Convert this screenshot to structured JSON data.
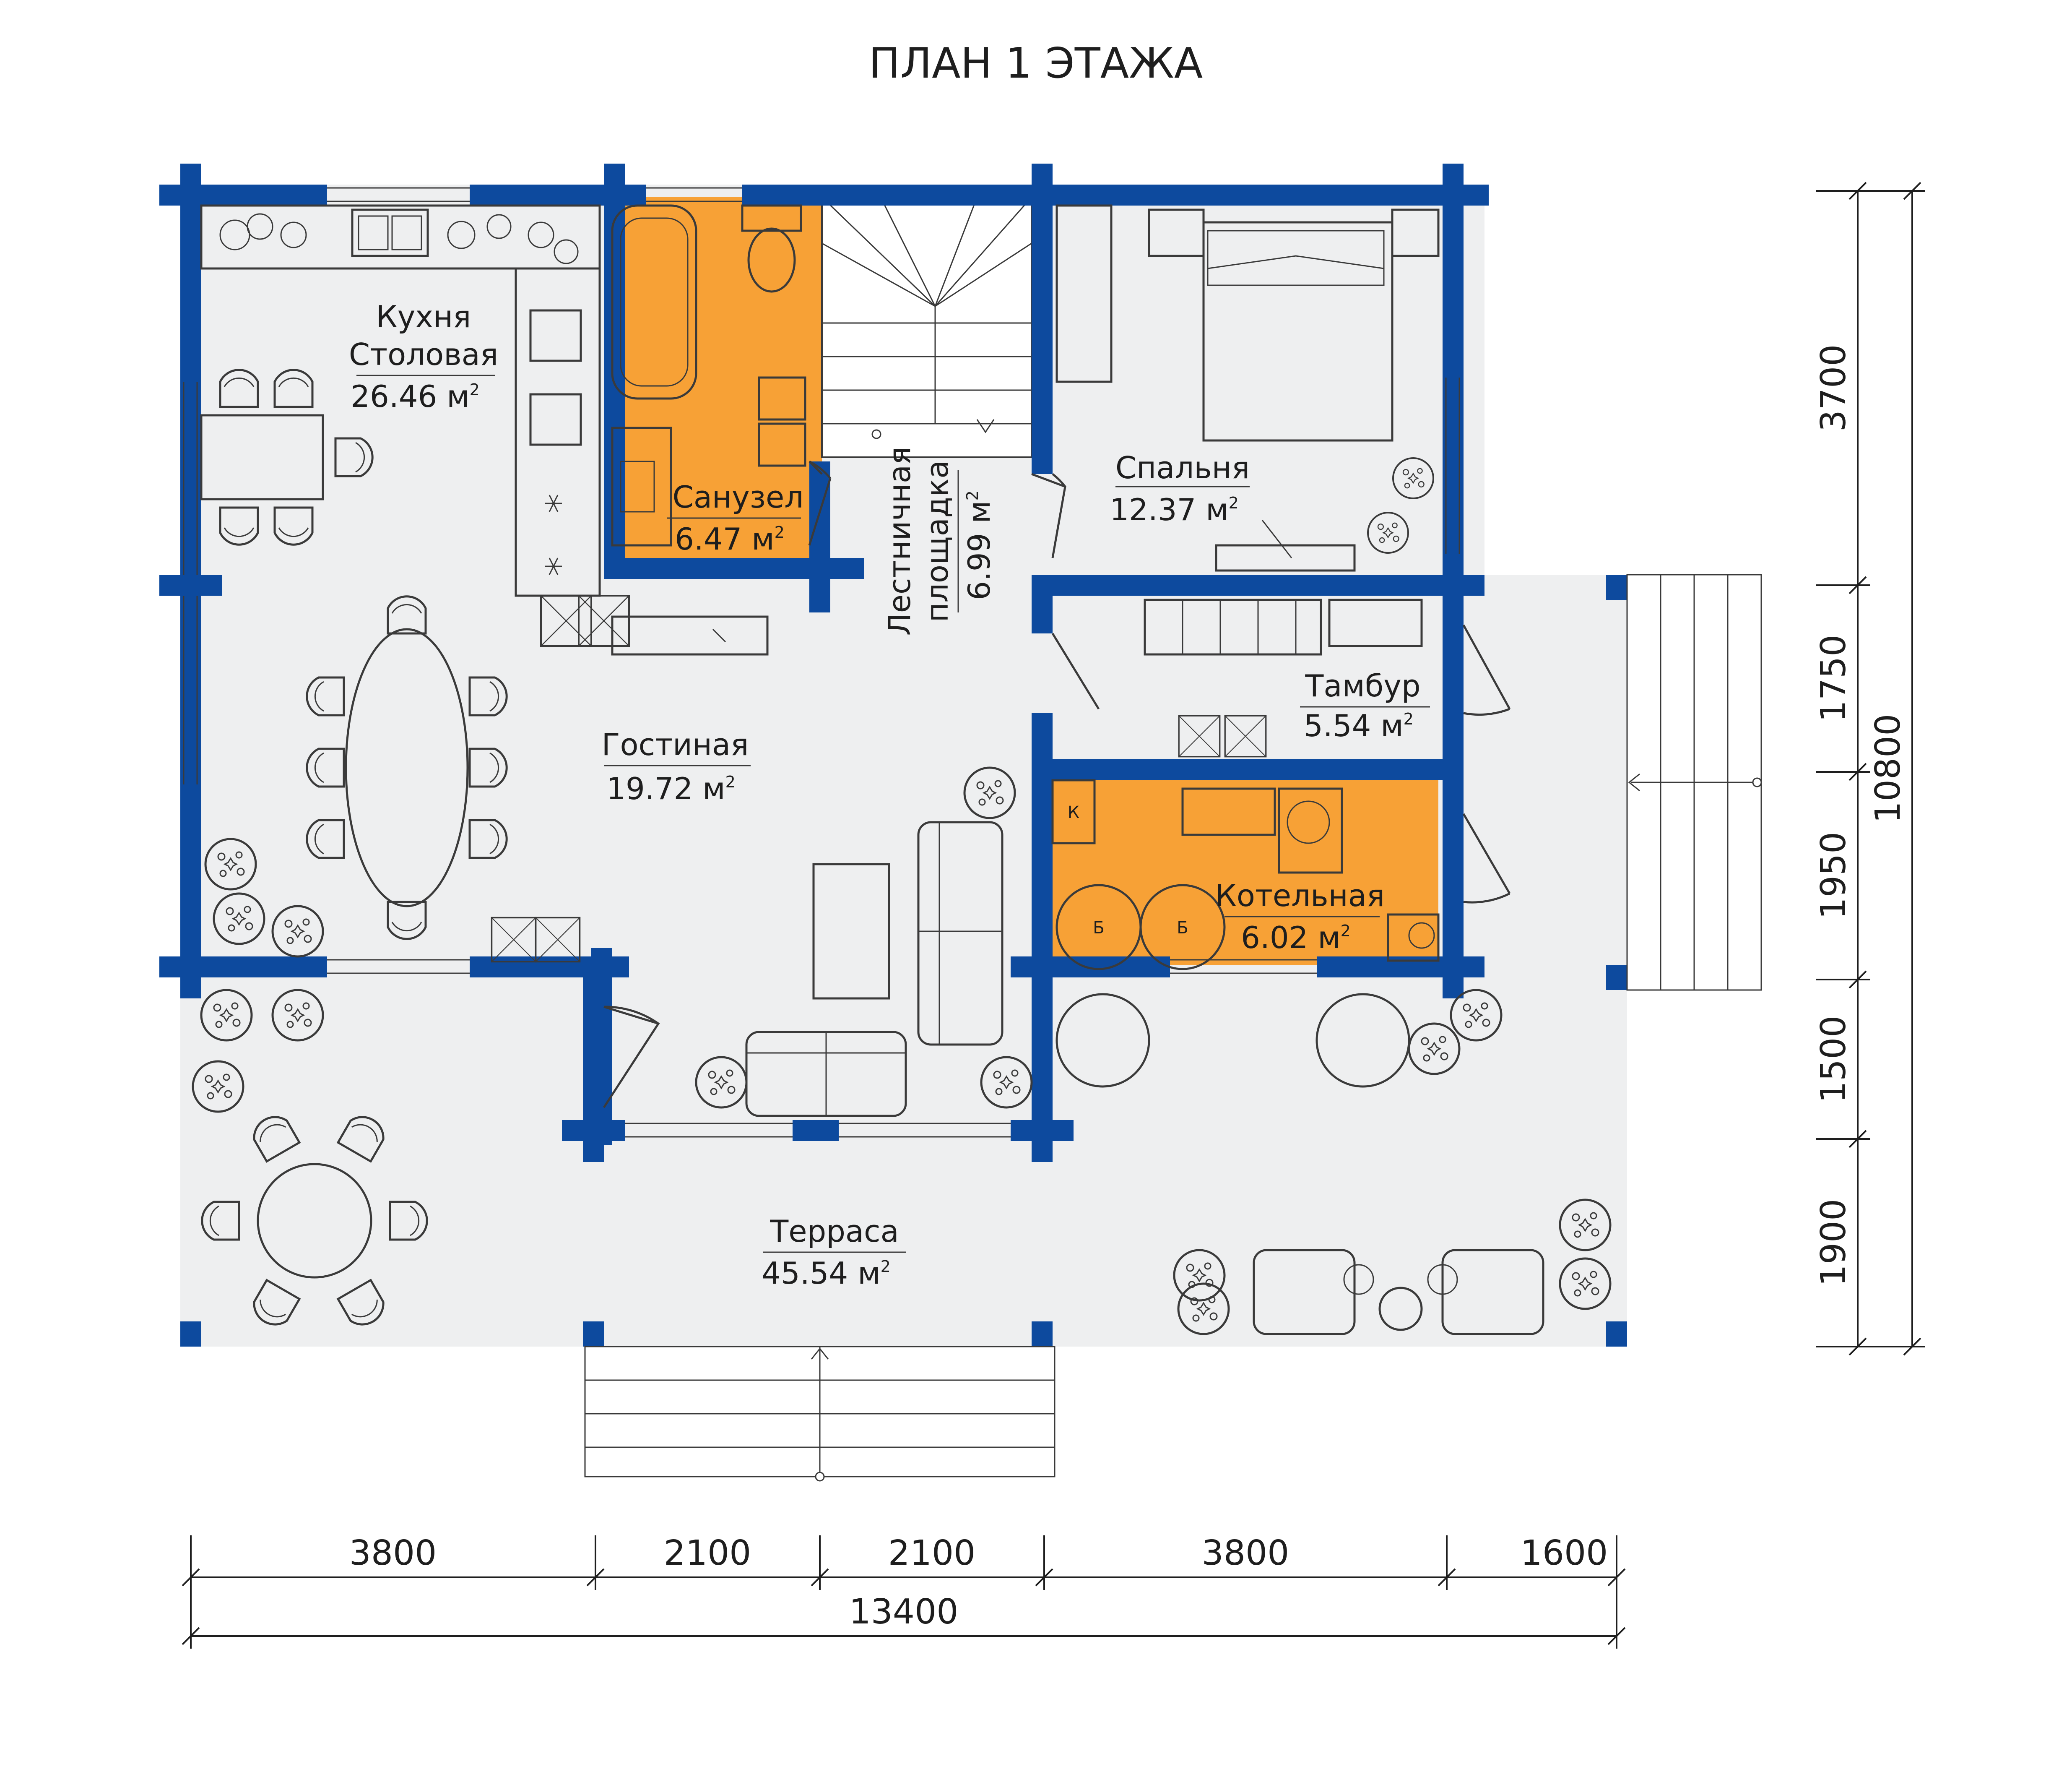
{
  "title": "ПЛАН 1 ЭТАЖА",
  "colors": {
    "wall": "#0d4a9e",
    "floor": "#eeeff0",
    "wet_zone": "#f7a136",
    "line": "#3a3a3a",
    "background": "#ffffff"
  },
  "rooms": {
    "kitchen": {
      "name1": "Кухня",
      "name2": "Столовая",
      "area_num": "26.46 м",
      "area_sup": "2"
    },
    "bathroom": {
      "name1": "Санузел",
      "area_num": "6.47 м",
      "area_sup": "2"
    },
    "stair": {
      "name1": "Лестничная",
      "name2": "площадка",
      "area_num": "6.99 м",
      "area_sup": "2"
    },
    "bedroom": {
      "name1": "Спальня",
      "area_num": "12.37 м",
      "area_sup": "2"
    },
    "vestibule": {
      "name1": "Тамбур",
      "area_num": "5.54 м",
      "area_sup": "2"
    },
    "living": {
      "name1": "Гостиная",
      "area_num": "19.72 м",
      "area_sup": "2"
    },
    "boiler": {
      "name1": "Котельная",
      "area_num": "6.02 м",
      "area_sup": "2"
    },
    "terrace": {
      "name1": "Терраса",
      "area_num": "45.54 м",
      "area_sup": "2"
    }
  },
  "equipment_labels": {
    "boiler_tank": "Б",
    "boiler_k": "К"
  },
  "dimensions": {
    "bottom": [
      "3800",
      "2100",
      "2100",
      "3800",
      "1600"
    ],
    "bottom_total": "13400",
    "right": [
      "3700",
      "1750",
      "1950",
      "1500",
      "1900"
    ],
    "right_total": "10800"
  }
}
